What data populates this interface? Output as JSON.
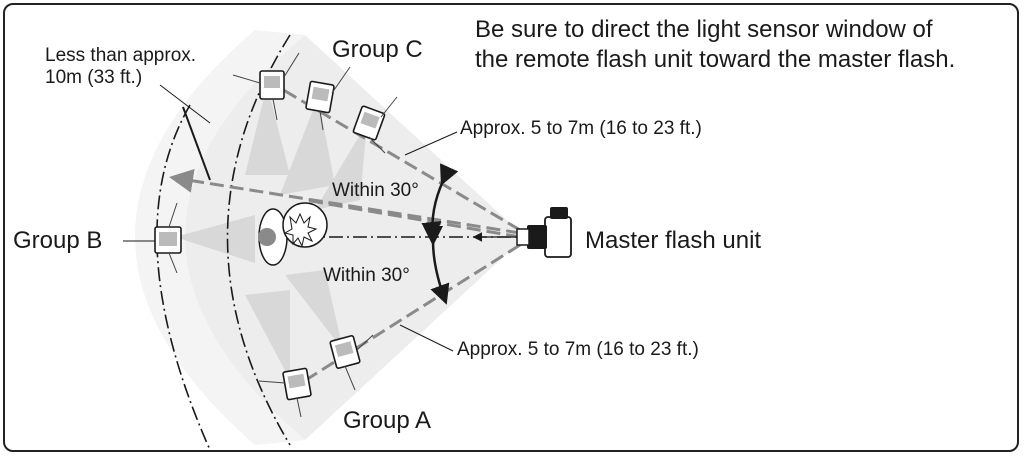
{
  "note": {
    "line1": "Be sure to direct the light sensor window of",
    "line2": "the remote flash unit toward the master flash."
  },
  "labels": {
    "group_a": "Group A",
    "group_b": "Group B",
    "group_c": "Group C",
    "master": "Master flash unit",
    "distance_top": "Approx. 5 to 7m (16 to 23 ft.)",
    "distance_bottom": "Approx. 5 to 7m (16 to 23 ft.)",
    "angle_top": "Within 30°",
    "angle_bottom": "Within 30°",
    "range_line1": "Less than approx.",
    "range_line2": "10m (33 ft.)"
  },
  "colors": {
    "line": "#1a1a1a",
    "dashed_arrow": "#8a8a8a",
    "fan_light": "#ededed",
    "beam": "#d8d8d8",
    "subject_dot": "#8a8a8a"
  }
}
